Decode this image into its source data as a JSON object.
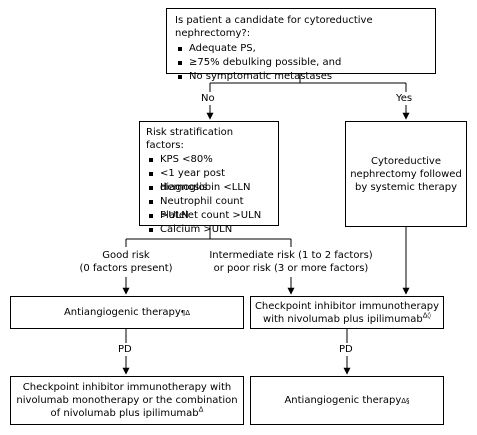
{
  "top_box": {
    "title": "Is patient a candidate for cytoreductive nephrectomy?:",
    "items": [
      "Adequate PS,",
      "≥75% debulking possible, and",
      "No symptomatic metastases"
    ]
  },
  "branch_labels": {
    "no": "No",
    "yes": "Yes"
  },
  "risk_box": {
    "title": "Risk stratification factors:",
    "items": [
      "KPS <80%",
      "<1 year post diagnosis",
      "Hemoglobin <LLN",
      "Neutrophil count >ULN",
      "Platelet count >ULN",
      "Calcium >ULN"
    ]
  },
  "nephrectomy_box": {
    "lines": [
      "Cytoreductive",
      "nephrectomy followed",
      "by systemic therapy"
    ]
  },
  "good_risk": {
    "line1": "Good risk",
    "line2": "(0 factors present)"
  },
  "intermediate_risk": {
    "line1": "Intermediate risk (1 to 2 factors)",
    "line2": "or poor risk (3 or more factors)"
  },
  "antiangiogenic_left": {
    "text": "Antiangiogenic therapy",
    "marks": "¶Δ"
  },
  "checkpoint_right": {
    "line1": "Checkpoint inhibitor immunotherapy",
    "line2": "with nivolumab plus ipilimumab",
    "marks": "Δ◊"
  },
  "pd_labels": {
    "left": "PD",
    "right": "PD"
  },
  "checkpoint_left": {
    "line1": "Checkpoint inhibitor immunotherapy with",
    "line2": "nivolumab monotherapy or the combination",
    "line3": "of nivolumab plus ipilimumab",
    "marks": "Δ"
  },
  "antiangiogenic_right": {
    "text": "Antiangiogenic therapy",
    "marks": "Δ§"
  }
}
